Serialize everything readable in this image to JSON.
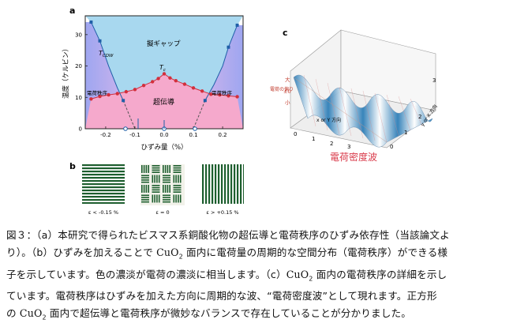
{
  "panel_a": {
    "label": "a",
    "ylabel": "温度（ケルビン）",
    "xlabel": "ひずみ量（%）",
    "x_ticks": [
      "-0.2",
      "-0.1",
      "0.0",
      "0.1",
      "0.2"
    ],
    "y_ticks": [
      "0",
      "10",
      "20",
      "30"
    ],
    "label_gap": "擬ギャップ",
    "label_tcdw": "T",
    "label_tcdw_sub": "CDW",
    "label_tc": "T",
    "label_tc_sub": "c",
    "label_sc": "超伝導",
    "label_cdw_left": "電荷秩序",
    "label_cdw_right": "電荷秩序",
    "colors": {
      "pseudogap": "#a8d8ef",
      "sc": "#f5a9cc",
      "cdw": "#b7b2ef",
      "tc_line": "#d32f3c",
      "tcdw_line": "#1f5fa8"
    }
  },
  "chart_data": {
    "type": "scatter",
    "xlabel": "ひずみ量（%）",
    "ylabel": "温度（ケルビン）",
    "xlim": [
      -0.27,
      0.27
    ],
    "ylim": [
      0,
      36
    ],
    "series": [
      {
        "name": "T_c",
        "x": [
          -0.25,
          -0.22,
          -0.19,
          -0.16,
          -0.13,
          -0.1,
          -0.07,
          -0.04,
          -0.02,
          0.0,
          0.02,
          0.04,
          0.07,
          0.1,
          0.13,
          0.16,
          0.19,
          0.22,
          0.25
        ],
        "y": [
          9.5,
          10.3,
          10.8,
          11.2,
          11.8,
          12.5,
          13.8,
          15.0,
          16.0,
          17.5,
          16.2,
          15.3,
          14.2,
          13.0,
          12.0,
          11.0,
          10.8,
          10.5,
          10.2
        ]
      },
      {
        "name": "T_CDW",
        "x": [
          -0.25,
          -0.22,
          -0.19,
          -0.16,
          -0.14,
          0.14,
          0.17,
          0.2,
          0.22,
          0.25
        ],
        "y": [
          34,
          28,
          20,
          13,
          9,
          9,
          14,
          20,
          26,
          33
        ]
      }
    ]
  },
  "panel_b": {
    "label": "b",
    "cap_left": "ε < -0.15 %",
    "cap_mid": "ε = 0",
    "cap_right": "ε > +0.15 %"
  },
  "panel_c": {
    "label": "c",
    "z_title": "電荷の偏り",
    "z_ticks": [
      "大",
      "±0",
      "小"
    ],
    "x_axis": "x or Y 方向",
    "y_axis": "y or X 方向",
    "x_ticks": [
      "0",
      "1",
      "2",
      "3"
    ],
    "y_ticks": [
      "0",
      "1",
      "2",
      "3"
    ],
    "title": "電荷密度波"
  },
  "caption": {
    "line1": "図３：（a）本研究で得られたビスマス系銅酸化物の超伝導と電荷秩序のひずみ依存性（当該論文よ",
    "line2a": "り）。（b）ひずみを加えることで ",
    "line2_cuo": "CuO",
    "line2_sub": "2",
    "line2b": " 面内に電荷量の周期的な空間分布（電荷秩序）ができる様",
    "line3a": "子を示しています。色の濃淡が電荷の濃淡に相当します。（c）",
    "line3_cuo": "CuO",
    "line3_sub": "2",
    "line3b": " 面内の電荷秩序の詳細を示し",
    "line4": "ています。電荷秩序はひずみを加えた方向に周期的な波、“電荷密度波”として現れます。正方形",
    "line5a": "の ",
    "line5_cuo": "CuO",
    "line5_sub": "2",
    "line5b": " 面内で超伝導と電荷秩序が微妙なバランスで存在していることが分かりました。"
  }
}
